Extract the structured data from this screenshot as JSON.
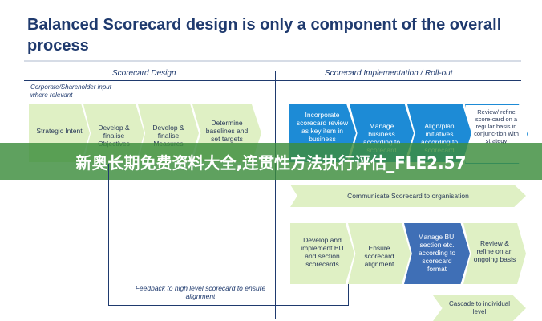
{
  "title": "Balanced Scorecard design is only a component of the overall process",
  "sections": {
    "design": "Scorecard Design",
    "implementation": "Scorecard Implementation / Roll-out"
  },
  "corporate_note": "Corporate/Shareholder input where relevant",
  "design_stages": [
    "Strategic Intent",
    "Develop & finalise Objectives",
    "Develop & finalise Measures",
    "Determine baselines and set targets"
  ],
  "impl_stages_row1": [
    "Incorporate scorecard review as key item in business",
    "Manage business according to scorecard",
    "Align/plan initiatives according to scorecard",
    "Review/ refine score-card on a regular basis in conjunc-tion with strategy"
  ],
  "communicate": "Communicate Scorecard to organisation",
  "impl_stages_row2": [
    "Develop and implement BU and section scorecards",
    "Ensure scorecard alignment",
    "Manage BU, section etc. according to scorecard format",
    "Review & refine on an ongoing basis"
  ],
  "feedback": "Feedback to high level scorecard to ensure alignment",
  "bottom_partial": "Cascade to individual level",
  "watermark": "新奥长期免费资料大全,连贯性方法执行评估_FLE2.57",
  "colors": {
    "title": "#1f3a6e",
    "green": "#dff0c4",
    "blue": "#1d8bd6",
    "dark": "#3f6fb6",
    "banner": "#3c8c3c"
  }
}
